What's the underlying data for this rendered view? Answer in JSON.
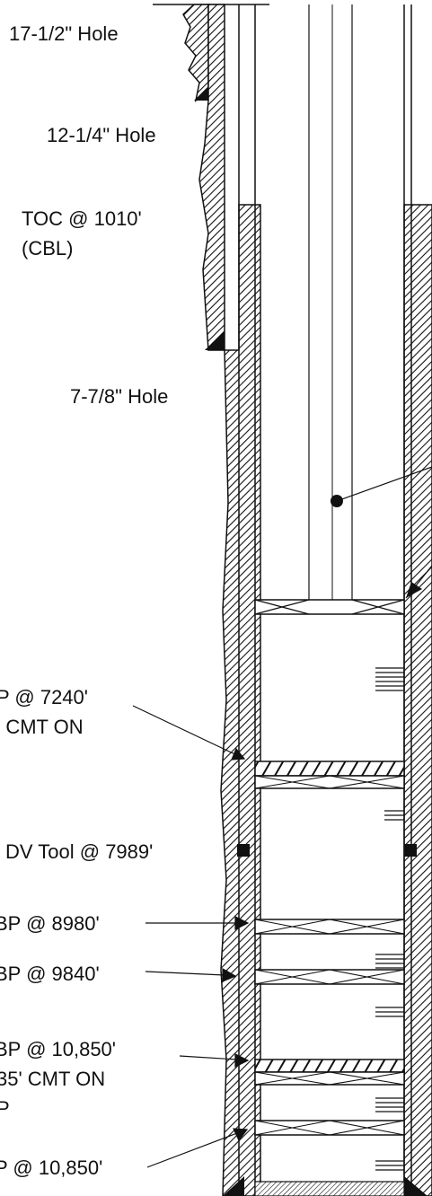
{
  "labels": {
    "hole_17": "17-1/2\" Hole",
    "hole_12": "12-1/4\" Hole",
    "toc_1": "TOC @ 1010'",
    "toc_2": "(CBL)",
    "hole_7": "7-7/8\" Hole",
    "plug_7240_1": "P @ 7240'",
    "plug_7240_2": "' CMT ON",
    "dv_tool": "DV Tool @ 7989'",
    "bp_8980": "BP @ 8980'",
    "bp_9840": "BP @ 9840'",
    "bp_10850_1": "BP @ 10,850'",
    "bp_10850_2": "35' CMT ON",
    "bp_10850_3": "P",
    "plug_10850": "P @ 10,850'"
  },
  "colors": {
    "ink": "#111111",
    "paper": "#ffffff"
  }
}
